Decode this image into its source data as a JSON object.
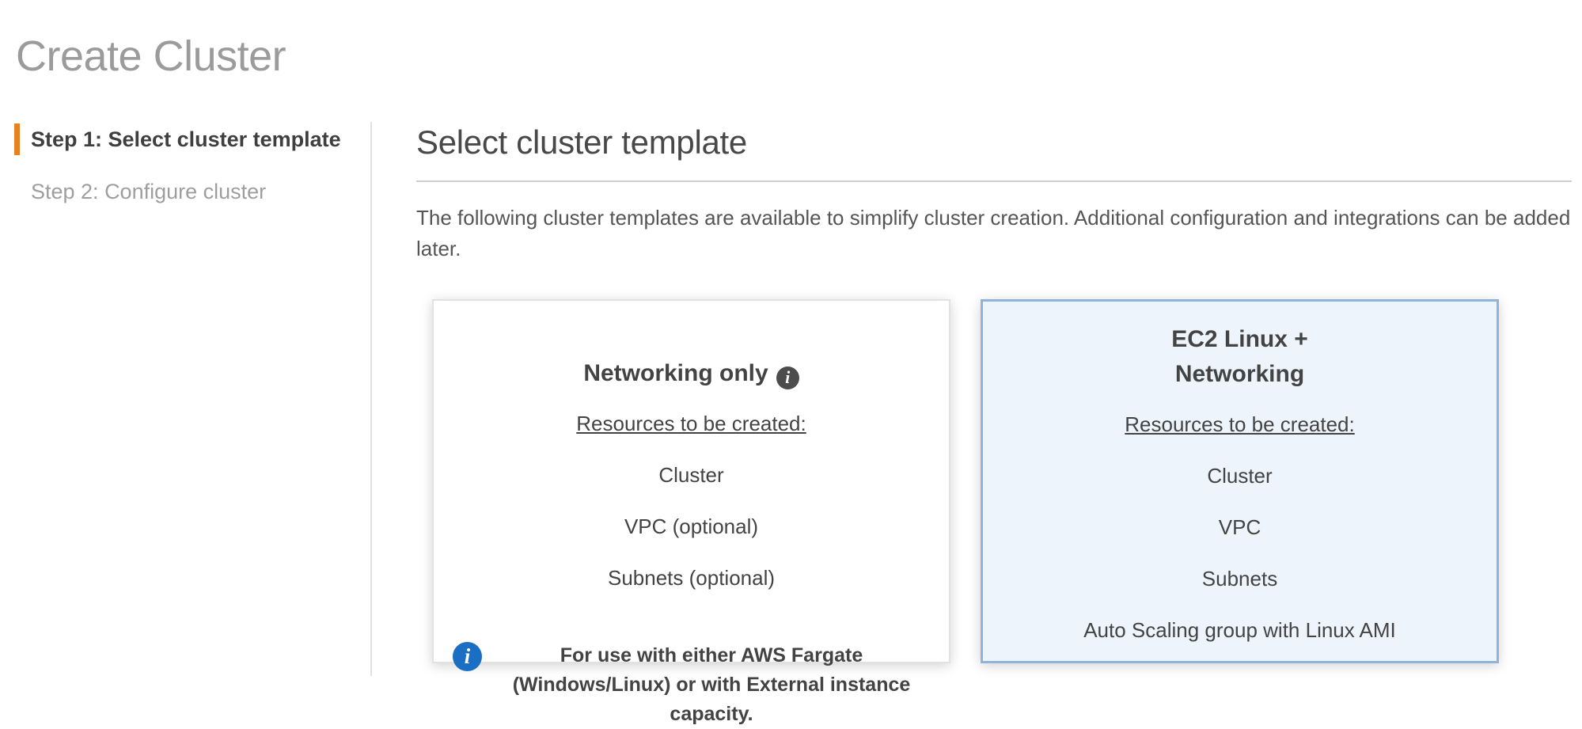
{
  "page_title": "Create Cluster",
  "colors": {
    "accent_orange": "#e8821e",
    "selected_card_border": "#8fb4da",
    "selected_card_bg": "#edf4fc",
    "info_icon_blue": "#1a6fc4",
    "info_icon_dark": "#4c4c4c"
  },
  "sidebar": {
    "steps": [
      {
        "label": "Step 1: Select cluster template",
        "active": true
      },
      {
        "label": "Step 2: Configure cluster",
        "active": false
      }
    ]
  },
  "main": {
    "section_title": "Select cluster template",
    "description": "The following cluster templates are available to simplify cluster creation. Additional configuration and integrations can be added later.",
    "templates": [
      {
        "title": "Networking only",
        "info_icon": "info-icon",
        "resources_label": "Resources to be created:",
        "resources": [
          "Cluster",
          "VPC (optional)",
          "Subnets (optional)"
        ],
        "note": "For use with either AWS Fargate (Windows/Linux) or with External instance capacity.",
        "selected": false
      },
      {
        "title": "EC2 Linux +\nNetworking",
        "resources_label": "Resources to be created:",
        "resources": [
          "Cluster",
          "VPC",
          "Subnets",
          "Auto Scaling group with Linux AMI"
        ],
        "selected": true
      }
    ]
  }
}
